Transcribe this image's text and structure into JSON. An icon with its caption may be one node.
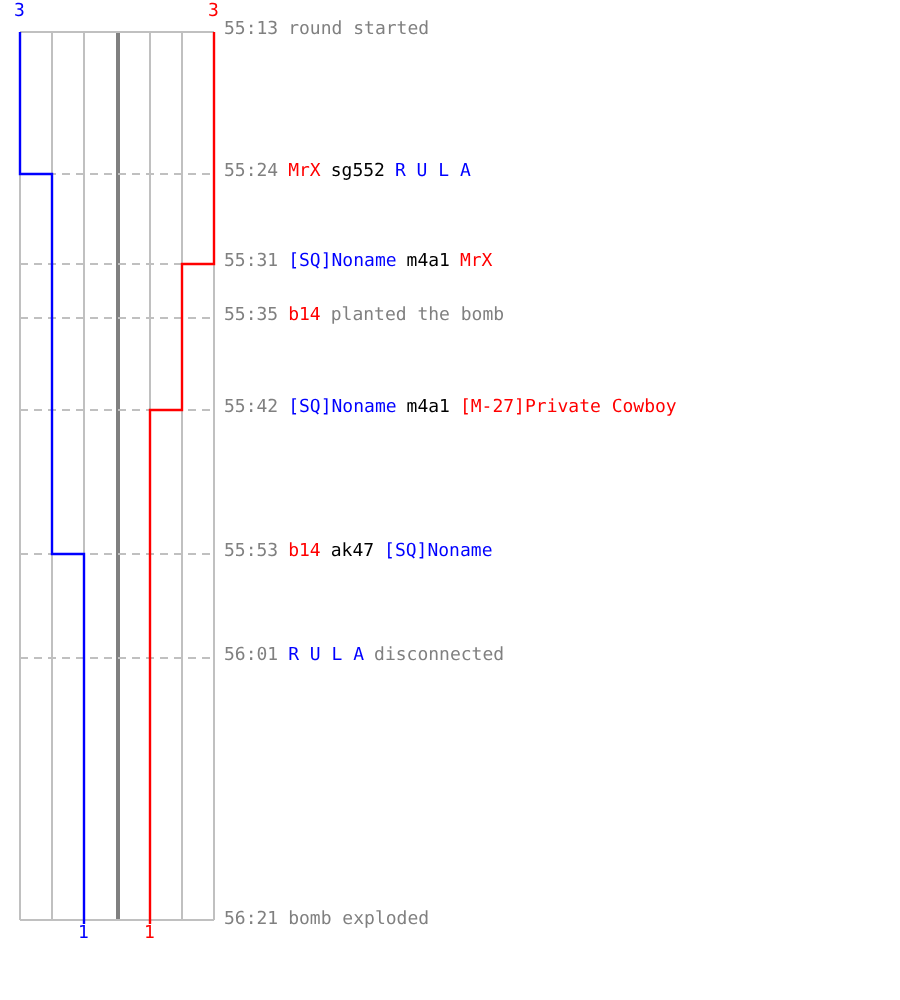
{
  "diagram": {
    "labels": [
      "3",
      "3",
      "55:13",
      "round started",
      "55:24",
      "MrX",
      "sg552",
      "R U L A",
      "55:31",
      "[SQ]Noname",
      "m4a1",
      "MrX",
      "55:35",
      "b14",
      "planted the bomb",
      "55:42",
      "[SQ]Noname",
      "m4a1",
      "[M-27]Private Cowboy",
      "55:53",
      "b14",
      "ak47",
      "[SQ]Noname",
      "56:01",
      "R U L A",
      "disconnected",
      "56:21",
      "bomb exploded",
      "1",
      "1"
    ]
  }
}
